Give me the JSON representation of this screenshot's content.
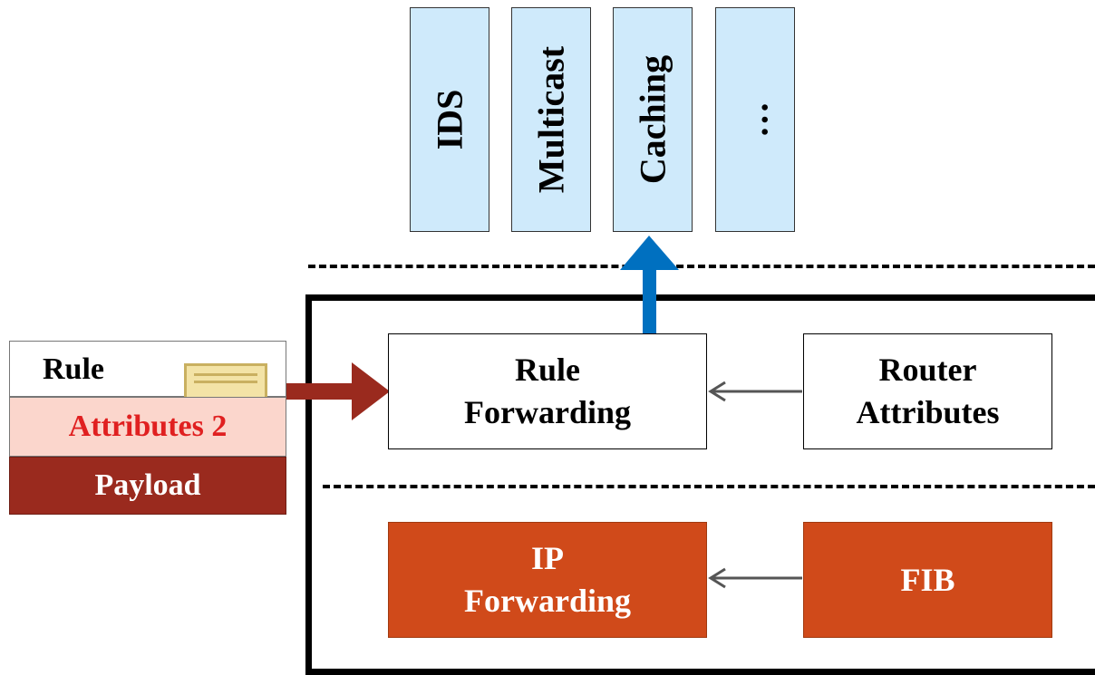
{
  "services": [
    "IDS",
    "Multicast",
    "Caching",
    "…"
  ],
  "packet": {
    "rule": "Rule",
    "attributes": "Attributes 2",
    "payload": "Payload"
  },
  "router": {
    "rule_forwarding": [
      "Rule",
      "Forwarding"
    ],
    "router_attributes": [
      "Router",
      "Attributes"
    ],
    "ip_forwarding": [
      "IP",
      "Forwarding"
    ],
    "fib": "FIB"
  },
  "colors": {
    "service_fill": "#cfeafb",
    "ip_plane_fill": "#d04a1a",
    "packet_arrow": "#9a2a1e",
    "up_arrow": "#0070c0",
    "attributes_text": "#e02020",
    "attributes_fill": "#fbd6cc",
    "payload_fill": "#9a2a1e"
  }
}
